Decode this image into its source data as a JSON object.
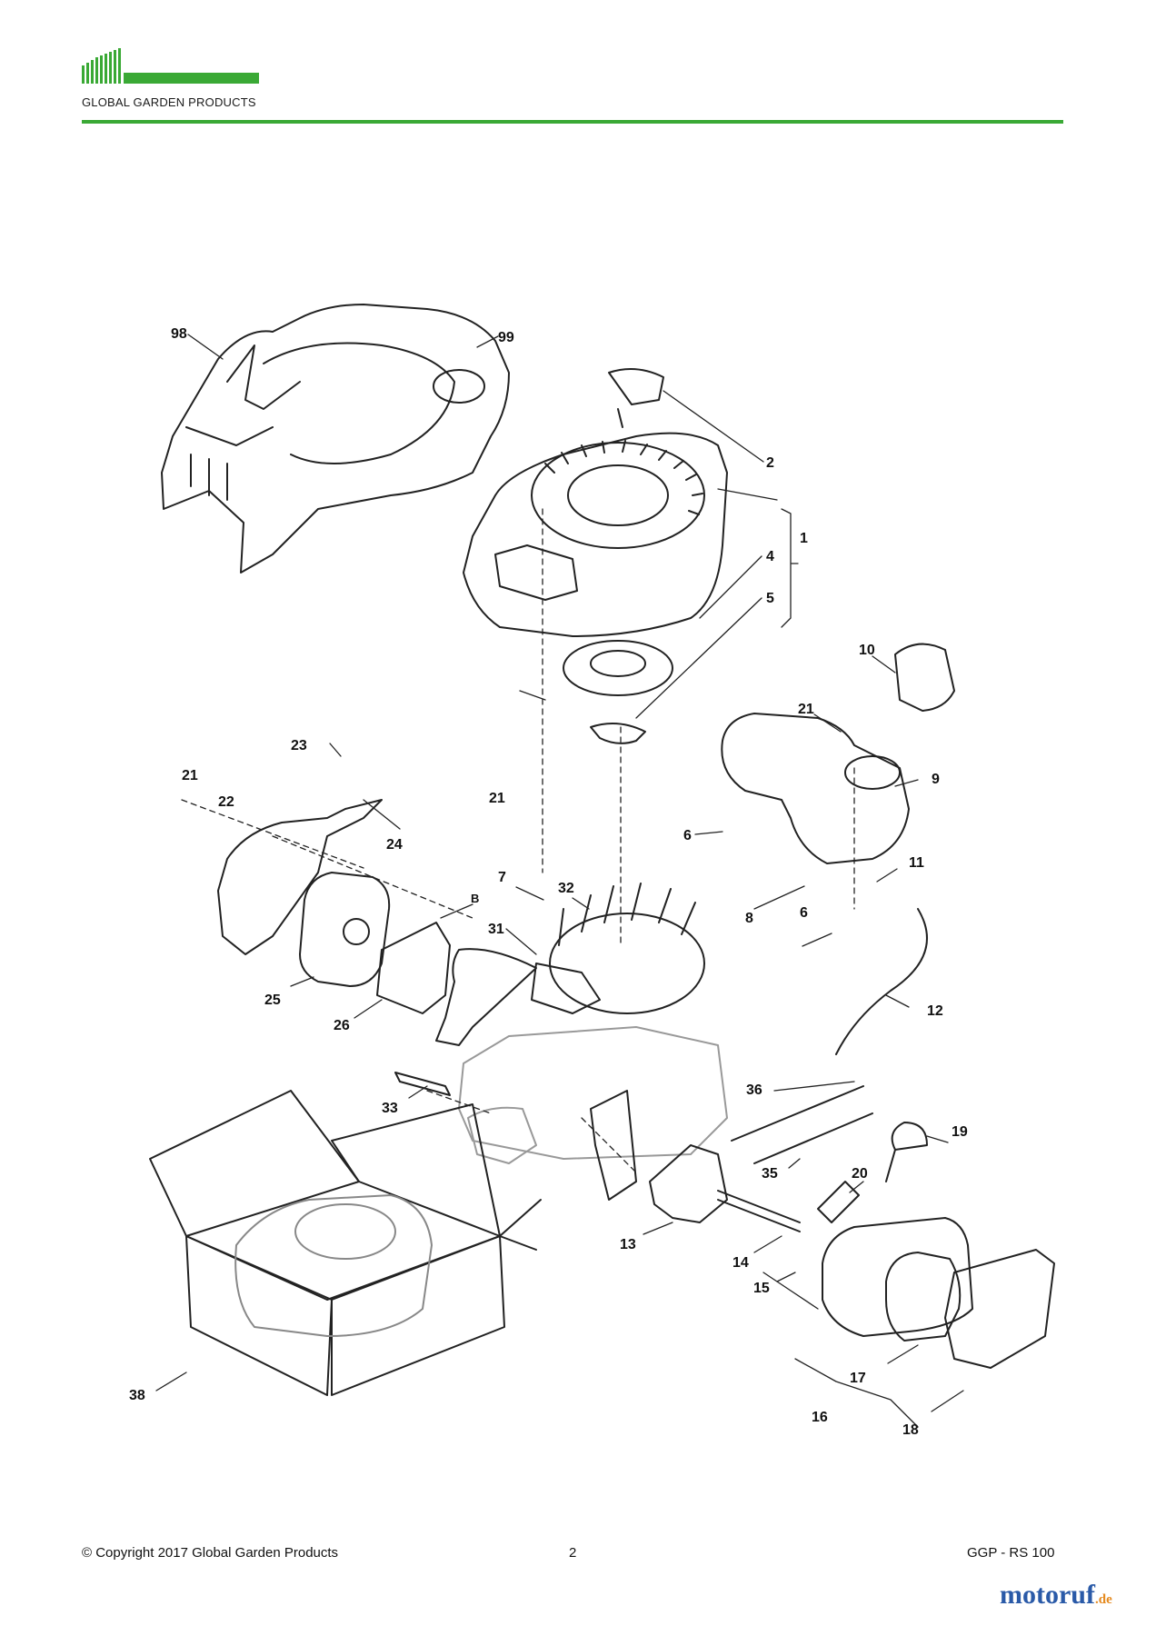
{
  "header": {
    "brand": "GLOBAL GARDEN PRODUCTS",
    "brand_color": "#3aa935"
  },
  "diagram": {
    "labels": [
      "98",
      "99",
      "2",
      "1",
      "4",
      "5",
      "10",
      "21",
      "9",
      "6",
      "11",
      "8",
      "6",
      "12",
      "23",
      "21",
      "22",
      "24",
      "21",
      "7",
      "32",
      "B",
      "31",
      "25",
      "26",
      "33",
      "36",
      "19",
      "35",
      "20",
      "13",
      "14",
      "15",
      "17",
      "16",
      "18",
      "38"
    ]
  },
  "footer": {
    "copyright": "© Copyright 2017 Global Garden Products",
    "page": "2",
    "model": "GGP - RS 100"
  },
  "watermark": {
    "main": "motoruf",
    "suffix": ".de",
    "color_blue": "#2a5aa8",
    "color_orange": "#e58a1f"
  }
}
